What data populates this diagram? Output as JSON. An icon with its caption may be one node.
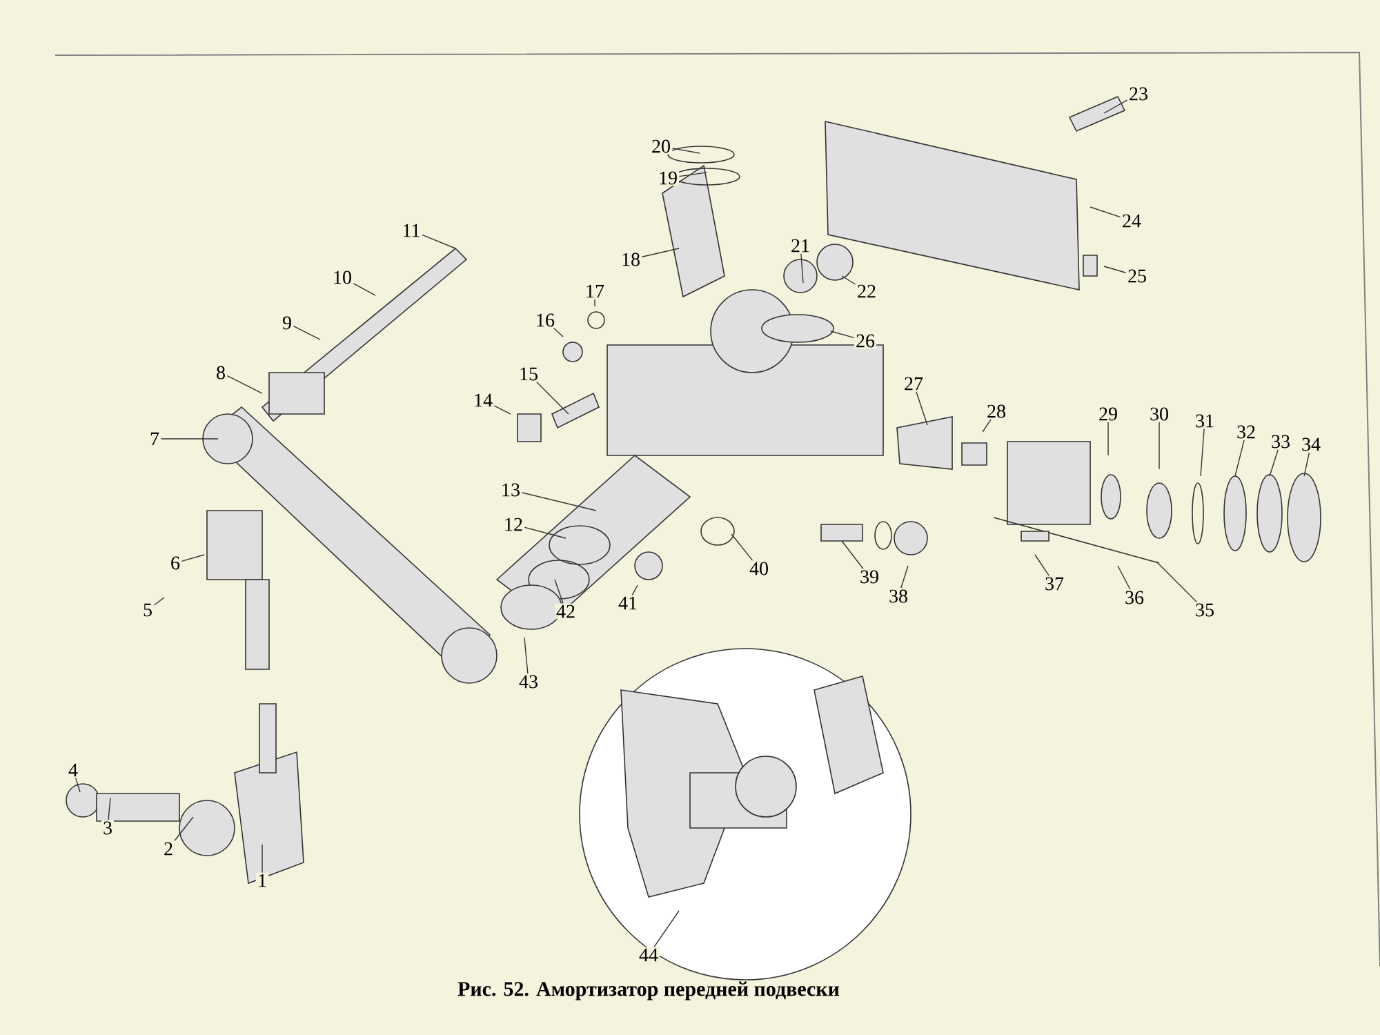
{
  "diagram": {
    "caption": "Рис. 52. Амортизатор передней подвески",
    "nodes": [
      {
        "text": [
          "1"
        ]
      },
      {
        "text": [
          "2"
        ]
      },
      {
        "text": [
          "3"
        ]
      },
      {
        "text": [
          "4"
        ]
      },
      {
        "text": [
          "5"
        ]
      },
      {
        "text": [
          "6"
        ]
      },
      {
        "text": [
          "7"
        ]
      },
      {
        "text": [
          "8"
        ]
      },
      {
        "text": [
          "9"
        ]
      },
      {
        "text": [
          "10"
        ]
      },
      {
        "text": [
          "11"
        ]
      },
      {
        "text": [
          "12"
        ]
      },
      {
        "text": [
          "13"
        ]
      },
      {
        "text": [
          "14"
        ]
      },
      {
        "text": [
          "15"
        ]
      },
      {
        "text": [
          "16"
        ]
      },
      {
        "text": [
          "17"
        ]
      },
      {
        "text": [
          "18"
        ]
      },
      {
        "text": [
          "19"
        ]
      },
      {
        "text": [
          "20"
        ]
      },
      {
        "text": [
          "21"
        ]
      },
      {
        "text": [
          "22"
        ]
      },
      {
        "text": [
          "23"
        ]
      },
      {
        "text": [
          "24"
        ]
      },
      {
        "text": [
          "25"
        ]
      },
      {
        "text": [
          "26"
        ]
      },
      {
        "text": [
          "27"
        ]
      },
      {
        "text": [
          "28"
        ]
      },
      {
        "text": [
          "29"
        ]
      },
      {
        "text": [
          "30"
        ]
      },
      {
        "text": [
          "31"
        ]
      },
      {
        "text": [
          "32"
        ]
      },
      {
        "text": [
          "33"
        ]
      },
      {
        "text": [
          "34"
        ]
      },
      {
        "text": [
          "35"
        ]
      },
      {
        "text": [
          "36"
        ]
      },
      {
        "text": [
          "37"
        ]
      },
      {
        "text": [
          "38"
        ]
      },
      {
        "text": [
          "39"
        ]
      },
      {
        "text": [
          "40"
        ]
      },
      {
        "text": [
          "41"
        ]
      },
      {
        "text": [
          "42"
        ]
      },
      {
        "text": [
          "43"
        ]
      },
      {
        "text": [
          "44"
        ]
      }
    ],
    "edges": [
      {
        "from": 0,
        "to": null,
        "arrow": "none"
      },
      {
        "from": 1,
        "to": null,
        "arrow": "none"
      },
      {
        "from": 2,
        "to": null,
        "arrow": "none"
      },
      {
        "from": 3,
        "to": null,
        "arrow": "none"
      },
      {
        "from": 4,
        "to": null,
        "arrow": "none"
      },
      {
        "from": 5,
        "to": null,
        "arrow": "none"
      },
      {
        "from": 6,
        "to": null,
        "arrow": "none"
      },
      {
        "from": 7,
        "to": null,
        "arrow": "none"
      },
      {
        "from": 8,
        "to": null,
        "arrow": "none"
      },
      {
        "from": 9,
        "to": null,
        "arrow": "none"
      },
      {
        "from": 10,
        "to": null,
        "arrow": "none"
      },
      {
        "from": 11,
        "to": null,
        "arrow": "none"
      },
      {
        "from": 12,
        "to": null,
        "arrow": "none"
      },
      {
        "from": 13,
        "to": null,
        "arrow": "none"
      },
      {
        "from": 14,
        "to": null,
        "arrow": "none"
      },
      {
        "from": 15,
        "to": null,
        "arrow": "none"
      },
      {
        "from": 16,
        "to": null,
        "arrow": "none"
      },
      {
        "from": 17,
        "to": null,
        "arrow": "none"
      },
      {
        "from": 18,
        "to": null,
        "arrow": "none"
      },
      {
        "from": 19,
        "to": null,
        "arrow": "none"
      },
      {
        "from": 20,
        "to": null,
        "arrow": "none"
      },
      {
        "from": 21,
        "to": null,
        "arrow": "none"
      },
      {
        "from": 22,
        "to": null,
        "arrow": "none"
      },
      {
        "from": 23,
        "to": null,
        "arrow": "none"
      },
      {
        "from": 24,
        "to": null,
        "arrow": "none"
      },
      {
        "from": 25,
        "to": null,
        "arrow": "none"
      },
      {
        "from": 26,
        "to": null,
        "arrow": "none"
      },
      {
        "from": 27,
        "to": null,
        "arrow": "none"
      },
      {
        "from": 28,
        "to": null,
        "arrow": "none"
      },
      {
        "from": 29,
        "to": null,
        "arrow": "none"
      },
      {
        "from": 30,
        "to": null,
        "arrow": "none"
      },
      {
        "from": 31,
        "to": null,
        "arrow": "none"
      },
      {
        "from": 32,
        "to": null,
        "arrow": "none"
      },
      {
        "from": 33,
        "to": null,
        "arrow": "none"
      },
      {
        "from": 34,
        "to": null,
        "arrow": "none"
      },
      {
        "from": 35,
        "to": null,
        "arrow": "none"
      },
      {
        "from": 36,
        "to": null,
        "arrow": "none"
      },
      {
        "from": 37,
        "to": null,
        "arrow": "none"
      },
      {
        "from": 38,
        "to": null,
        "arrow": "none"
      },
      {
        "from": 39,
        "to": null,
        "arrow": "none"
      },
      {
        "from": 40,
        "to": null,
        "arrow": "none"
      },
      {
        "from": 41,
        "to": null,
        "arrow": "none"
      },
      {
        "from": 42,
        "to": null,
        "arrow": "none"
      },
      {
        "from": 43,
        "to": null,
        "arrow": "none"
      }
    ]
  }
}
